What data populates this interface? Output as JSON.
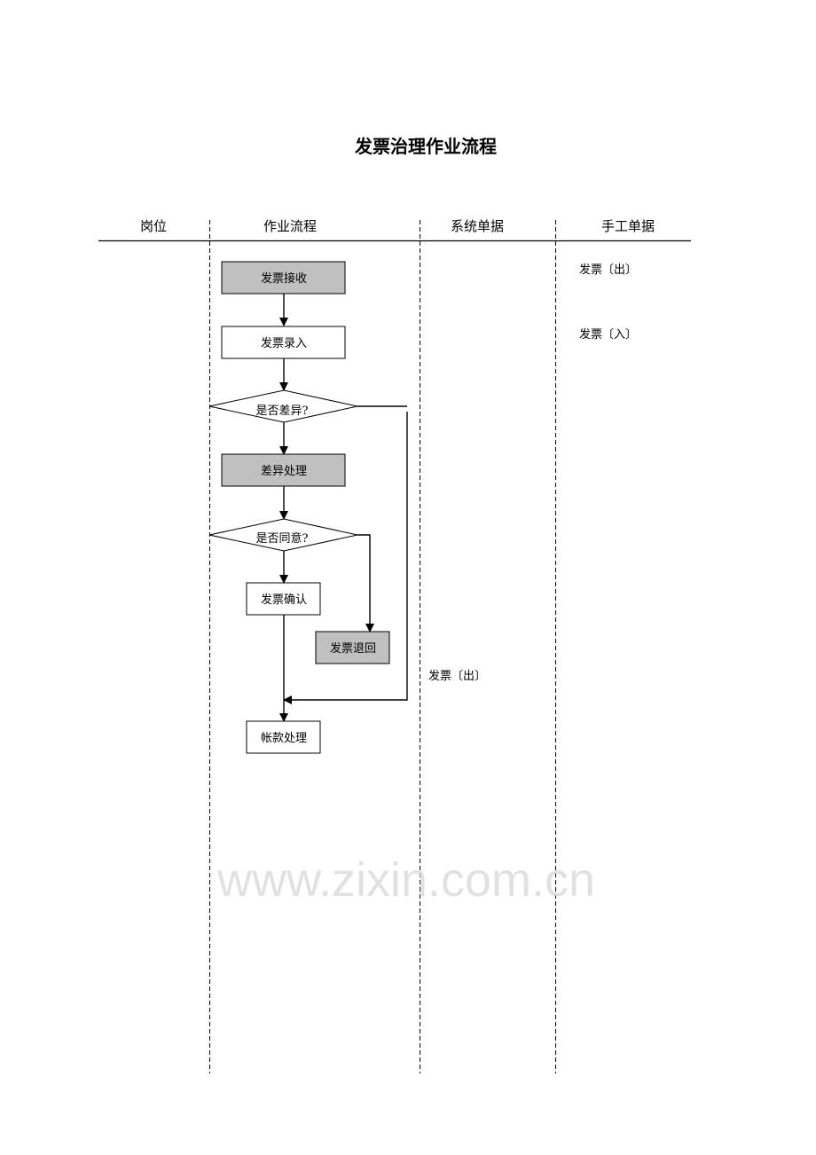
{
  "title": "发票治理作业流程",
  "headers": [
    "岗位",
    "作业流程",
    "系统单据",
    "手工单据"
  ],
  "flow": {
    "receive": "发票接收",
    "entry": "发票录入",
    "diff_decision": "是否差异?",
    "diff_handle": "差异处理",
    "agree_decision": "是否同意?",
    "confirm": "发票确认",
    "return": "发票退回",
    "account": "帐款处理"
  },
  "manual_docs": [
    "发票〔出〕",
    "发票〔入〕"
  ],
  "system_docs": [
    "发票〔出〕"
  ],
  "watermark": "www.zixin.com.cn",
  "colors": {
    "shaded_box": "#c0c0c0"
  }
}
